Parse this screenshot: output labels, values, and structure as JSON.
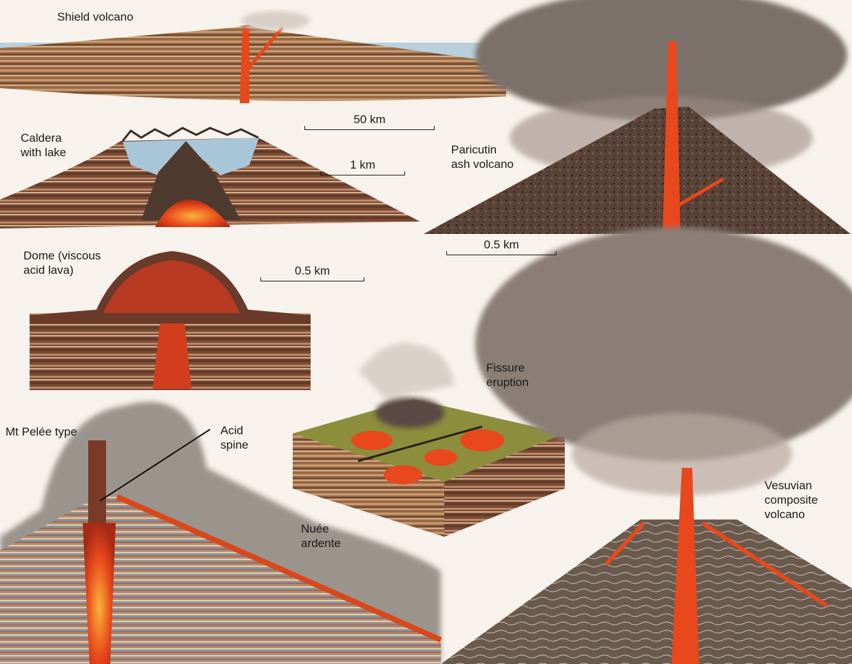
{
  "labels": {
    "shield": "Shield volcano",
    "caldera": "Caldera\nwith lake",
    "dome": "Dome (viscous\nacid lava)",
    "pelee": "Mt Pelée type",
    "acid_spine": "Acid\nspine",
    "nuee": "Nuée\nardente",
    "fissure": "Fissure\neruption",
    "paricutin": "Paricutin\nash volcano",
    "vesuvian": "Vesuvian\ncomposite\nvolcano"
  },
  "scales": {
    "shield": "50 km",
    "caldera": "1 km",
    "dome": "0.5 km",
    "paricutin": "0.5 km"
  },
  "colors": {
    "lava": "#e8481c",
    "lava_bright": "#f59a1e",
    "rock_brown": "#8a5a3a",
    "ash_grey": "#7c716a",
    "lake_blue": "#a9c6d8",
    "sea_blue": "#b9d0dc",
    "grass_green": "#8c8e3c"
  }
}
